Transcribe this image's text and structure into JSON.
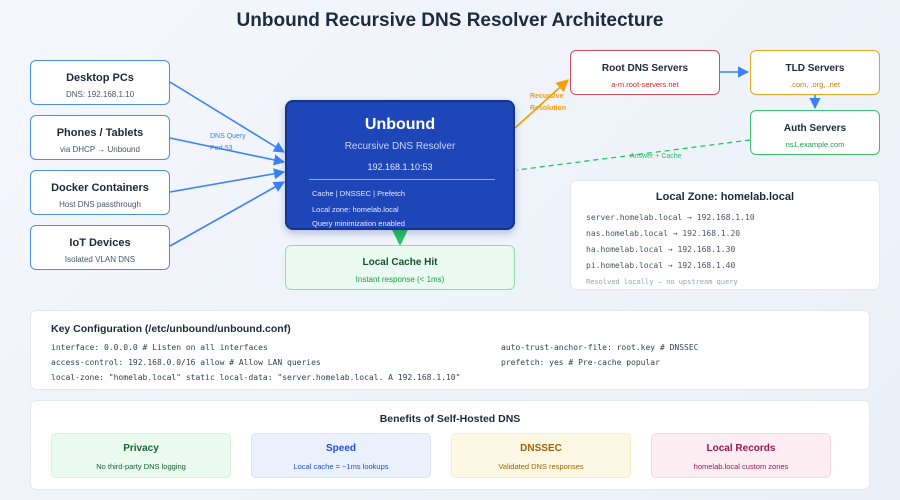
{
  "title": "Unbound Recursive DNS Resolver Architecture",
  "clients": [
    {
      "name": "Desktop PCs",
      "sub": "DNS: 192.168.1.10"
    },
    {
      "name": "Phones / Tablets",
      "sub": "via DHCP → Unbound"
    },
    {
      "name": "Docker Containers",
      "sub": "Host DNS passthrough"
    },
    {
      "name": "IoT Devices",
      "sub": "Isolated VLAN DNS"
    }
  ],
  "query_label": {
    "line1": "DNS Query",
    "line2": "Port 53"
  },
  "unbound": {
    "title": "Unbound",
    "subtitle": "Recursive DNS Resolver",
    "ip": "192.168.1.10:53",
    "features": [
      "Cache | DNSSEC | Prefetch",
      "Local zone: homelab.local",
      "Query minimization enabled"
    ]
  },
  "cache": {
    "name": "Local Cache Hit",
    "sub": "Instant response (< 1ms)"
  },
  "recursive_label": {
    "line1": "Recursive",
    "line2": "Resolution"
  },
  "servers": {
    "root": {
      "name": "Root DNS Servers",
      "sub": "a-m.root-servers.net"
    },
    "tld": {
      "name": "TLD Servers",
      "sub": ".com, .org, .net"
    },
    "auth": {
      "name": "Auth Servers",
      "sub": "ns1.example.com"
    }
  },
  "answer_label": "Answer + Cache",
  "zone": {
    "title": "Local Zone: homelab.local",
    "records": [
      "server.homelab.local → 192.168.1.10",
      "nas.homelab.local → 192.168.1.20",
      "ha.homelab.local → 192.168.1.30",
      "pi.homelab.local → 192.168.1.40"
    ],
    "note": "Resolved locally — no upstream query"
  },
  "config": {
    "title": "Key Configuration (/etc/unbound/unbound.conf)",
    "left": [
      "interface: 0.0.0.0 # Listen on all interfaces",
      "access-control: 192.168.0.0/16 allow # Allow LAN queries",
      "local-zone: \"homelab.local\" static local-data: \"server.homelab.local. A 192.168.1.10\""
    ],
    "right": [
      "auto-trust-anchor-file: root.key # DNSSEC",
      "prefetch: yes # Pre-cache popular"
    ]
  },
  "benefits": {
    "title": "Benefits of Self-Hosted DNS",
    "items": [
      {
        "name": "Privacy",
        "sub": "No third-party DNS logging"
      },
      {
        "name": "Speed",
        "sub": "Local cache = ~1ms lookups"
      },
      {
        "name": "DNSSEC",
        "sub": "Validated DNS responses"
      },
      {
        "name": "Local Records",
        "sub": "homelab.local custom zones"
      }
    ]
  },
  "colors": {
    "query_arrow": "#3b82f6",
    "recursive_arrow": "#f59e0b",
    "answer_arrow": "#22c55e",
    "unbound_fill": "#1f46b8"
  }
}
